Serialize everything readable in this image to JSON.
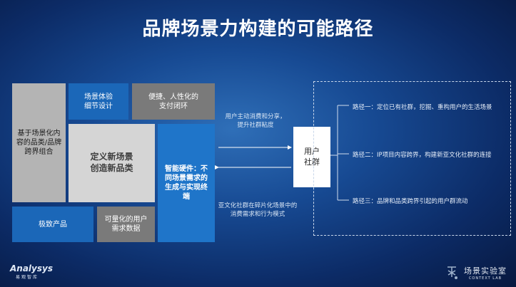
{
  "title": "品牌场景力构建的可能路径",
  "boxes": {
    "scene_cross": "基于场景化内容的品类/品牌跨界组合",
    "scene_experience": "场景体验\n细节设计",
    "convenience": "便捷、人性化的\n支付闭环",
    "new_category": "定义新场景\n创造新品类",
    "smart_hardware": "智能硬件：不同场景需求的生成与实现终端",
    "extreme_product": "极致产品",
    "quantified_demand": "可量化的用户\n需求数据",
    "user_community": "用户\n社群"
  },
  "annotations": {
    "top_arrow": "用户主动消费和分享，\n提升社群粘度",
    "bottom_arrow": "亚文化社群在碎片化场景中的\n消费需求和行为模式"
  },
  "paths": [
    "路径一：定位已有社群，挖掘、重构用户的生活场景",
    "路径二：IP项目内容跨界，构建新亚文化社群的连接",
    "路径三：品牌和品类跨界引起的用户群流动"
  ],
  "logos": {
    "left_main": "Analysys",
    "left_sub": "易观智库",
    "right_main": "场景实验室",
    "right_sub": "CONTEXT LAB"
  }
}
